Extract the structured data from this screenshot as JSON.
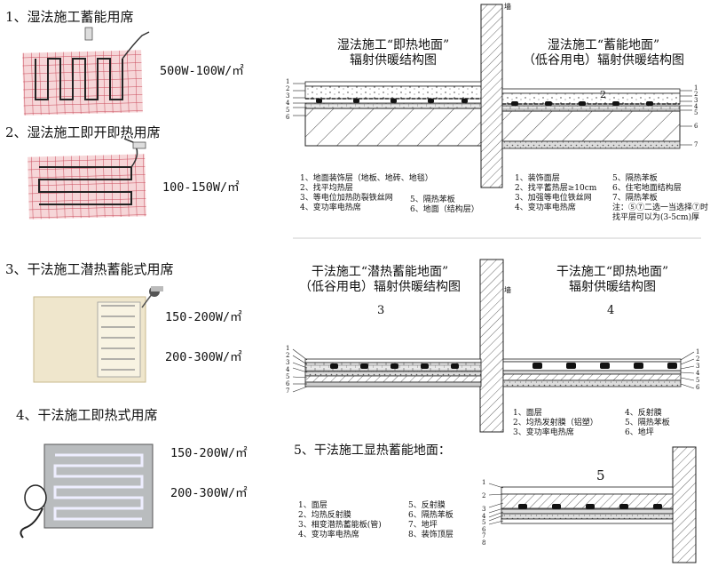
{
  "products": [
    {
      "heading": "1、湿法施工蓄能用席",
      "powers": [
        "500W-100W/㎡"
      ]
    },
    {
      "heading": "2、湿法施工即开即热用席",
      "powers": [
        "100-150W/㎡"
      ]
    },
    {
      "heading": "3、干法施工潜热蓄能式用席",
      "powers": [
        "150-200W/㎡",
        "200-300W/㎡"
      ]
    },
    {
      "heading": "4、干法施工即热式用席",
      "powers": [
        "150-200W/㎡",
        "200-300W/㎡"
      ]
    }
  ],
  "wall_label": "墙",
  "diagrams": {
    "d1": {
      "title_line1": "湿法施工“即热地面”",
      "title_line2": "辐射供暖结构图",
      "layer_numbers": [
        "1",
        "2",
        "3",
        "4",
        "5",
        "6"
      ],
      "legend": [
        "1、地面装饰层（地板、地砖、地毯）",
        "2、找平均热层",
        "3、等电位加热防裂铁丝网",
        "4、变功率电热席",
        "5、隔热苯板",
        "6、地面（结构层）"
      ]
    },
    "d2": {
      "title_line1": "湿法施工“蓄能地面”",
      "title_line2": "（低谷用电）辐射供暖结构图",
      "center_number": "2",
      "layer_numbers": [
        "1",
        "2",
        "3",
        "4",
        "5",
        "6",
        "7"
      ],
      "legend": [
        "1、装饰面层",
        "2、找平蓄热层≥10cm",
        "3、加强等电位铁丝网",
        "4、变功率电热席",
        "5、隔热苯板",
        "6、住宅地面结构层",
        "7、隔热苯板"
      ],
      "note_line1": "注：⑤⑦二选一当选择⑦时",
      "note_line2": "找平层可以为(3-5cm)厚"
    },
    "d3": {
      "title_line1": "干法施工“潜热蓄能地面”",
      "title_line2": "（低谷用电）辐射供暖结构图",
      "number": "3",
      "layer_numbers": [
        "1",
        "2",
        "3",
        "4",
        "5",
        "6",
        "7"
      ]
    },
    "d4": {
      "title_line1": "干法施工“即热地面”",
      "title_line2": "辐射供暖结构图",
      "number": "4",
      "layer_numbers": [
        "1",
        "2",
        "3",
        "4",
        "5",
        "6"
      ],
      "legend": [
        "1、面层",
        "2、均热发射膜（铝塑）",
        "3、变功率电热席",
        "4、反射膜",
        "5、隔热苯板",
        "6、地坪"
      ]
    },
    "d5": {
      "heading": "5、干法施工显热蓄能地面：",
      "number": "5",
      "layer_numbers": [
        "1",
        "2",
        "3",
        "4",
        "5",
        "6",
        "7",
        "8"
      ],
      "legend": [
        "1、面层",
        "2、均热反射膜",
        "3、相变潜热蓄能板(管)",
        "4、变功率电热席",
        "5、反射膜",
        "6、隔热苯板",
        "7、地坪",
        "8、装饰顶层"
      ]
    }
  }
}
